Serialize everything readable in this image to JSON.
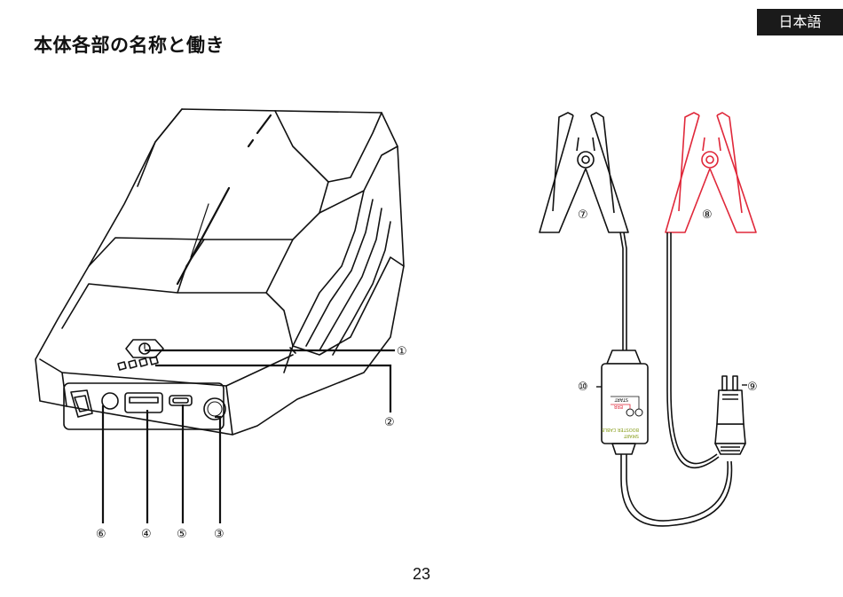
{
  "header": {
    "language_tag": "日本語"
  },
  "title": "本体各部の名称と働き",
  "callouts": [
    "①",
    "②",
    "③",
    "④",
    "⑤",
    "⑥",
    "⑦",
    "⑧",
    "⑨",
    "⑩"
  ],
  "cable_box": {
    "line1": "SMART",
    "line2": "BOOSTER CABLE",
    "label_start": "START",
    "label_err": "ERR"
  },
  "colors": {
    "black": "#111111",
    "red": "#e0283a",
    "tag_bg": "#1a1a1a"
  },
  "footer": {
    "page_number": "23"
  }
}
